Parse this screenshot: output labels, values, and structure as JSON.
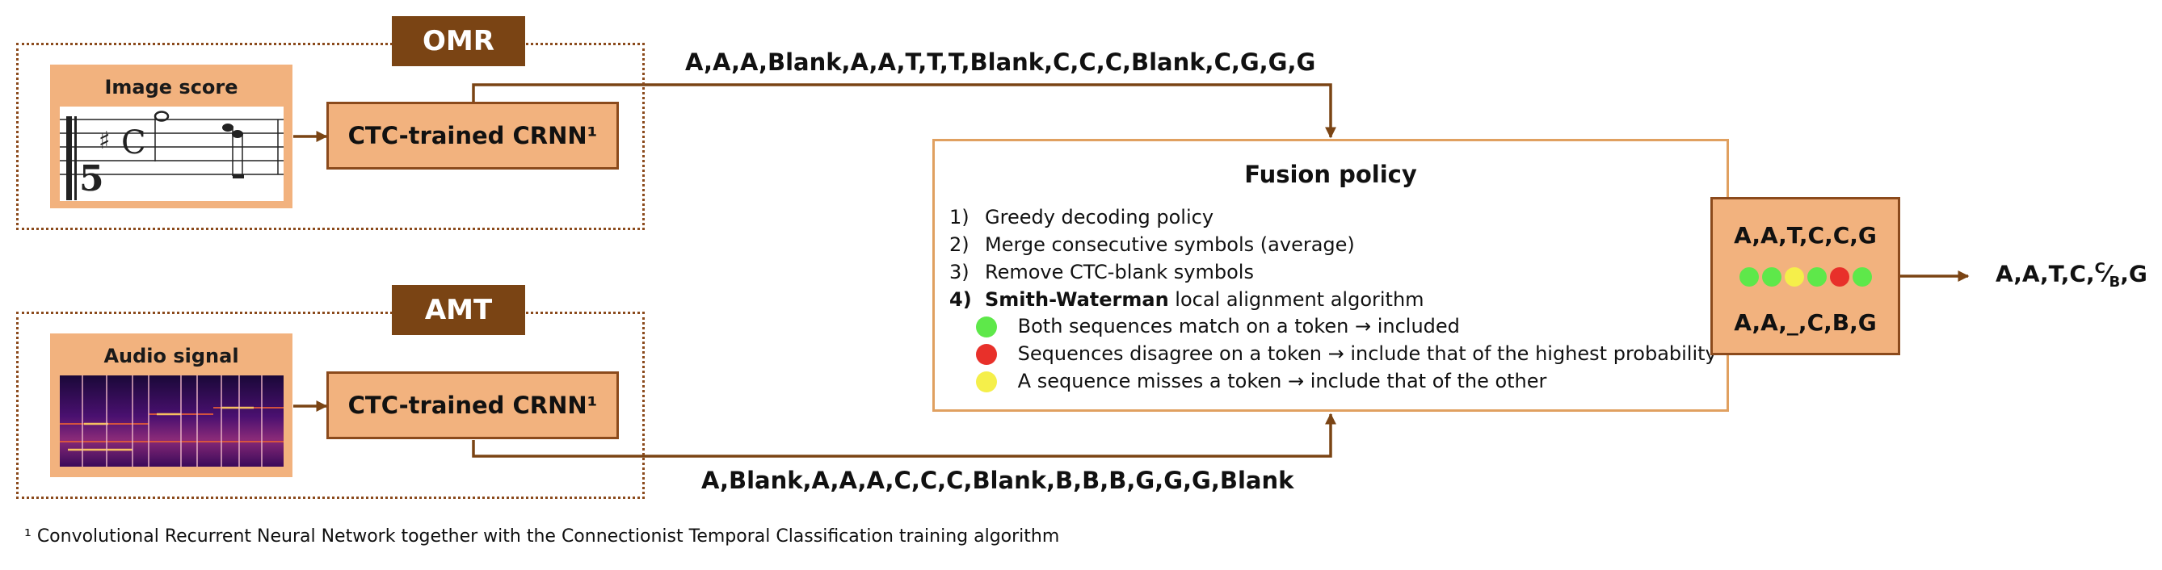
{
  "omr": {
    "tag": "OMR",
    "input_title": "Image score",
    "model": "CTC-trained CRNN¹",
    "sequence": "A,A,A,Blank,A,A,T,T,T,Blank,C,C,C,Blank,C,G,G,G"
  },
  "amt": {
    "tag": "AMT",
    "input_title": "Audio signal",
    "model": "CTC-trained CRNN¹",
    "sequence": "A,Blank,A,A,A,C,C,C,Blank,B,B,B,G,G,G,Blank"
  },
  "fusion": {
    "title": "Fusion policy",
    "steps": [
      {
        "num": "1)",
        "text": "Greedy decoding policy"
      },
      {
        "num": "2)",
        "text": "Merge consecutive symbols (average)"
      },
      {
        "num": "3)",
        "text": "Remove CTC-blank symbols"
      },
      {
        "num": "4)",
        "bold": "Smith-Waterman",
        "text": " local alignment algorithm"
      }
    ],
    "legend": [
      {
        "color": "#5ee84a",
        "text": "Both sequences match on a token → included"
      },
      {
        "color": "#e8302a",
        "text": "Sequences disagree on a token → include that of the highest probability"
      },
      {
        "color": "#f5ef4a",
        "text": "A sequence misses a token → include that of the other"
      }
    ]
  },
  "alignment": {
    "top": "A,A,T,C,C,G",
    "bottom": "A,A,_,C,B,G",
    "dot_colors": [
      "#5ee84a",
      "#5ee84a",
      "#f5ef4a",
      "#5ee84a",
      "#e8302a",
      "#5ee84a"
    ]
  },
  "output": {
    "prefix": "A,A,T,C,",
    "sup": "C",
    "slash": "⁄",
    "sub": "B",
    "suffix": ",G"
  },
  "footnote": "¹ Convolutional Recurrent Neural Network together with the Connectionist Temporal Classification training algorithm"
}
